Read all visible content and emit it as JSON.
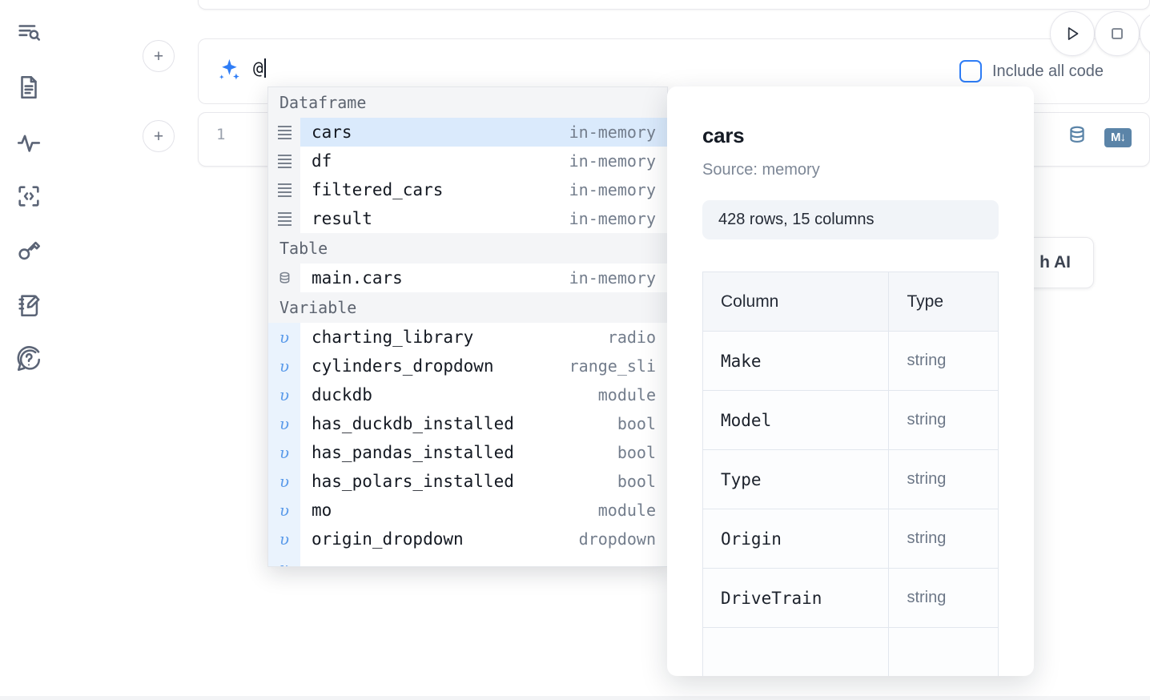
{
  "sidebar": {
    "items": [
      {
        "name": "explore-outline-icon",
        "label": "Explore"
      },
      {
        "name": "file-document-icon",
        "label": "Notebook file"
      },
      {
        "name": "activity-pulse-icon",
        "label": "Activity"
      },
      {
        "name": "code-snippet-icon",
        "label": "Snippets"
      },
      {
        "name": "key-icon",
        "label": "Secrets"
      },
      {
        "name": "scratchpad-edit-icon",
        "label": "Scratchpad"
      },
      {
        "name": "help-chat-icon",
        "label": "Help"
      }
    ]
  },
  "toolbar": {
    "run_label": "Run",
    "stop_label": "Stop",
    "add_cell_label": "+",
    "include_all_code_label": "Include all code",
    "include_all_code_checked": false,
    "generate_with_ai_label": "h AI",
    "accent_color": "#2f7df6"
  },
  "ai_prompt": {
    "value": "@",
    "icon": "sparkle-icon"
  },
  "code_cell": {
    "line_number": "1",
    "content": "",
    "icons": [
      {
        "name": "database-icon",
        "label": "SQL cell"
      },
      {
        "name": "markdown-icon",
        "label": "M"
      }
    ]
  },
  "autocomplete": {
    "groups": [
      {
        "title": "Dataframe",
        "icon": "dataframe-rows-icon",
        "items": [
          {
            "name": "cars",
            "type": "in-memory",
            "selected": true
          },
          {
            "name": "df",
            "type": "in-memory",
            "selected": false
          },
          {
            "name": "filtered_cars",
            "type": "in-memory",
            "selected": false
          },
          {
            "name": "result",
            "type": "in-memory",
            "selected": false
          }
        ]
      },
      {
        "title": "Table",
        "icon": "database-icon",
        "items": [
          {
            "name": "main.cars",
            "type": "in-memory",
            "selected": false
          }
        ]
      },
      {
        "title": "Variable",
        "icon": "variable-icon",
        "items": [
          {
            "name": "charting_library",
            "type": "radio",
            "selected": false
          },
          {
            "name": "cylinders_dropdown",
            "type": "range_sli",
            "selected": false
          },
          {
            "name": "duckdb",
            "type": "module",
            "selected": false
          },
          {
            "name": "has_duckdb_installed",
            "type": "bool",
            "selected": false
          },
          {
            "name": "has_pandas_installed",
            "type": "bool",
            "selected": false
          },
          {
            "name": "has_polars_installed",
            "type": "bool",
            "selected": false
          },
          {
            "name": "mo",
            "type": "module",
            "selected": false
          },
          {
            "name": "origin_dropdown",
            "type": "dropdown",
            "selected": false
          },
          {
            "name": "",
            "type": "",
            "selected": false
          }
        ]
      }
    ]
  },
  "preview": {
    "title": "cars",
    "source": "Source: memory",
    "shape": "428 rows, 15 columns",
    "columns_header": "Column",
    "type_header": "Type",
    "rows": [
      {
        "column": "Make",
        "type": "string"
      },
      {
        "column": "Model",
        "type": "string"
      },
      {
        "column": "Type",
        "type": "string"
      },
      {
        "column": "Origin",
        "type": "string"
      },
      {
        "column": "DriveTrain",
        "type": "string"
      },
      {
        "column": "",
        "type": ""
      }
    ]
  }
}
